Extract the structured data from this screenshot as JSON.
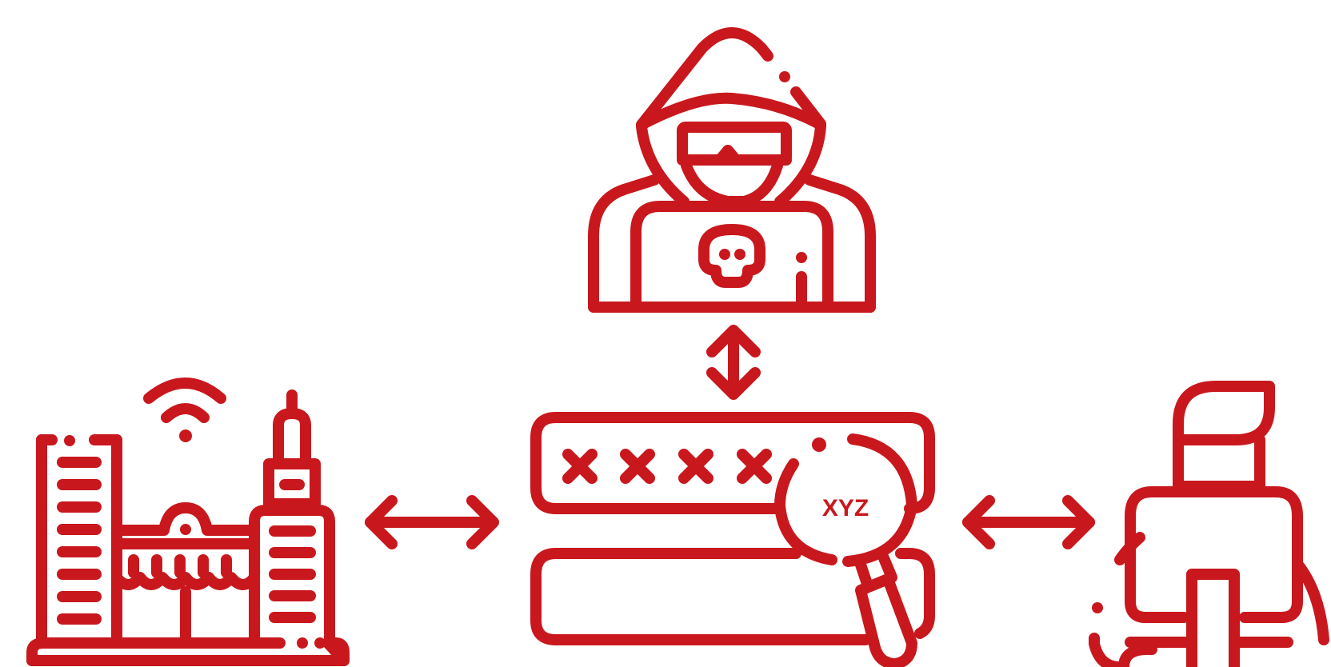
{
  "diagram": {
    "accent_color": "#c8181e",
    "background_color": "#ffffff",
    "nodes": [
      {
        "id": "hacker",
        "icon": "hacker-icon"
      },
      {
        "id": "smart-city",
        "icon": "smart-city-icon"
      },
      {
        "id": "password-database",
        "icon": "password-database-icon"
      },
      {
        "id": "user",
        "icon": "user-with-laptop-icon"
      }
    ],
    "connections": [
      {
        "from": "hacker",
        "to": "password-database",
        "icon": "vertical-double-arrow-icon"
      },
      {
        "from": "smart-city",
        "to": "password-database",
        "icon": "horizontal-double-arrow-icon"
      },
      {
        "from": "password-database",
        "to": "user",
        "icon": "horizontal-double-arrow-icon"
      }
    ],
    "magnifier_text": "XYZ"
  }
}
